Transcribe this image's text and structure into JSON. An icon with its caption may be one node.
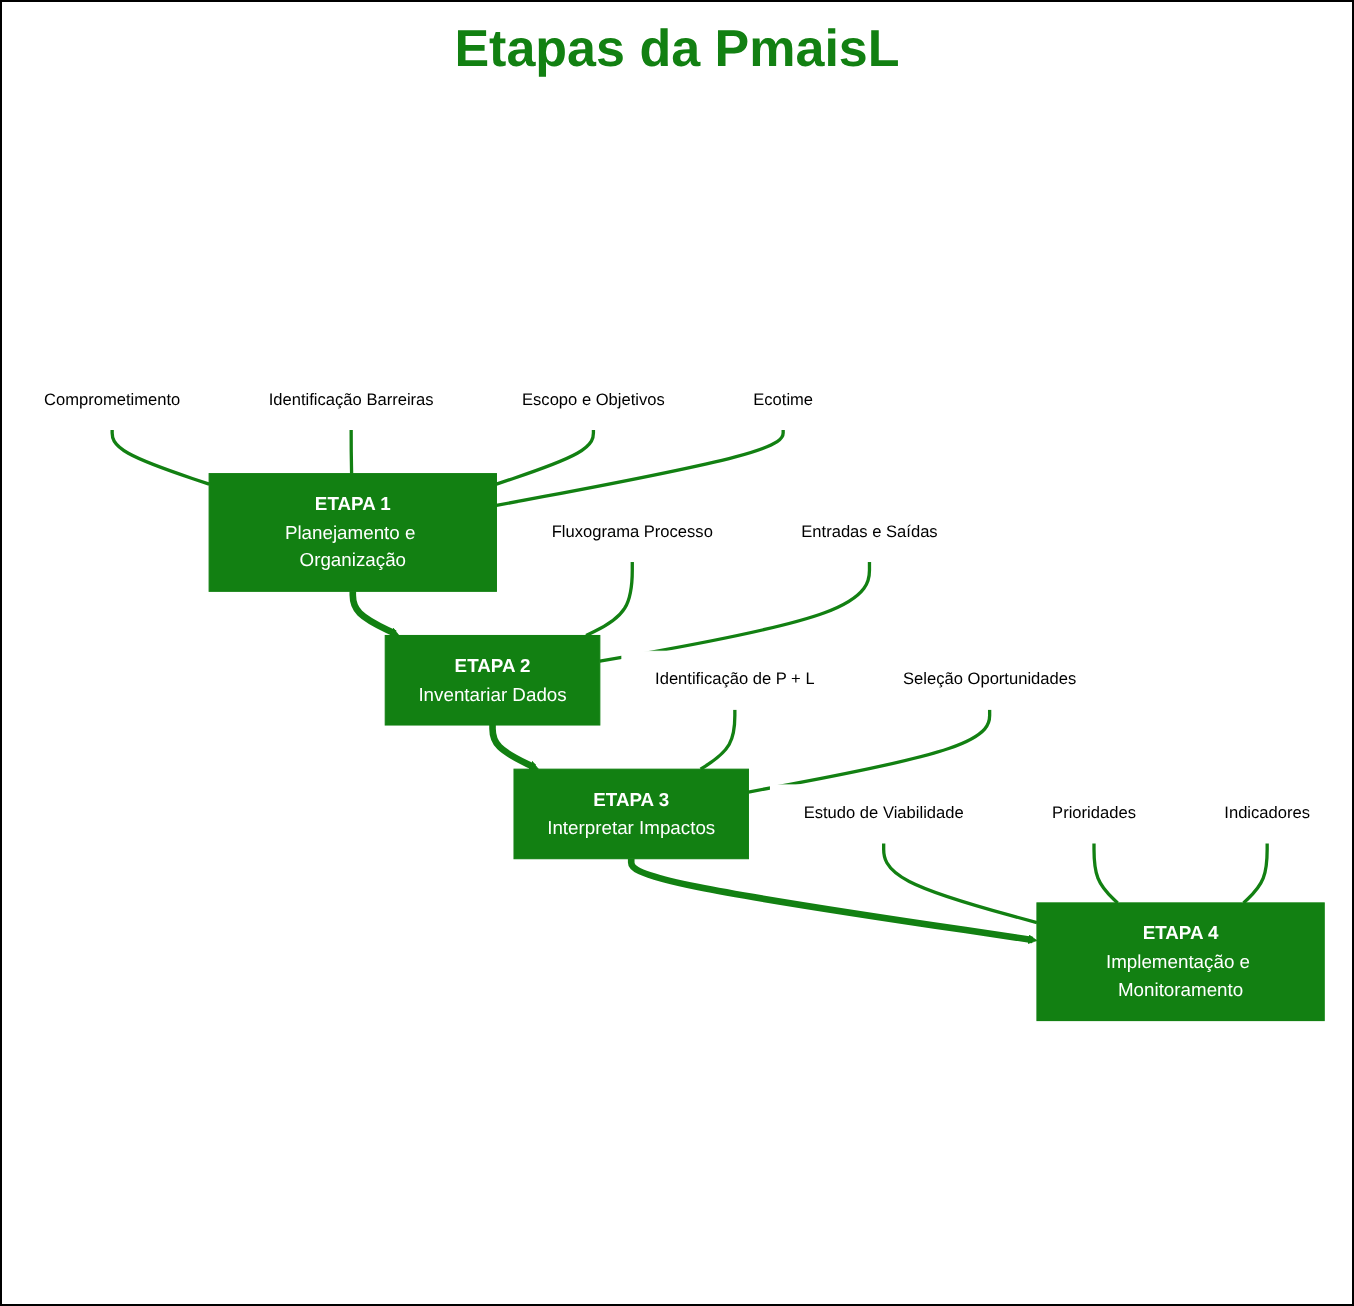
{
  "diagram": {
    "title": "Etapas da PmaisL",
    "nodes": [
      {
        "text": [
          "Comprometimento"
        ]
      },
      {
        "text": [
          "Identificação Barreiras"
        ]
      },
      {
        "text": [
          "ETAPA 1",
          "Planejamento e Organização"
        ]
      },
      {
        "text": [
          "Escopo e Objetivos"
        ]
      },
      {
        "text": [
          "Ecotime"
        ]
      },
      {
        "text": [
          "Fluxograma Processo"
        ]
      },
      {
        "text": [
          "Entradas e Saídas"
        ]
      },
      {
        "text": [
          "ETAPA 2",
          "Inventariar Dados"
        ]
      },
      {
        "text": [
          "Identificação de P + L"
        ]
      },
      {
        "text": [
          "Seleção Oportunidades"
        ]
      },
      {
        "text": [
          "ETAPA 3",
          "Interpretar Impactos"
        ]
      },
      {
        "text": [
          "Estudo de Viabilidade"
        ]
      },
      {
        "text": [
          "Prioridades"
        ]
      },
      {
        "text": [
          "ETAPA 4",
          "Implementação e Monitoramento"
        ]
      },
      {
        "text": [
          "Indicadores"
        ]
      }
    ],
    "edges": [
      {
        "from": 2,
        "to": 7,
        "arrow": "to",
        "style": "thick"
      },
      {
        "from": 7,
        "to": 10,
        "arrow": "to",
        "style": "thick"
      },
      {
        "from": 10,
        "to": 13,
        "arrow": "to",
        "style": "thick"
      },
      {
        "from": 0,
        "to": 2,
        "arrow": "none"
      },
      {
        "from": 1,
        "to": 2,
        "arrow": "none"
      },
      {
        "from": 3,
        "to": 2,
        "arrow": "none"
      },
      {
        "from": 4,
        "to": 2,
        "arrow": "none"
      },
      {
        "from": 5,
        "to": 7,
        "arrow": "none"
      },
      {
        "from": 6,
        "to": 7,
        "arrow": "none"
      },
      {
        "from": 8,
        "to": 10,
        "arrow": "none"
      },
      {
        "from": 9,
        "to": 10,
        "arrow": "none"
      },
      {
        "from": 11,
        "to": 13,
        "arrow": "none"
      },
      {
        "from": 12,
        "to": 13,
        "arrow": "none"
      },
      {
        "from": 14,
        "to": 13,
        "arrow": "none"
      }
    ]
  }
}
